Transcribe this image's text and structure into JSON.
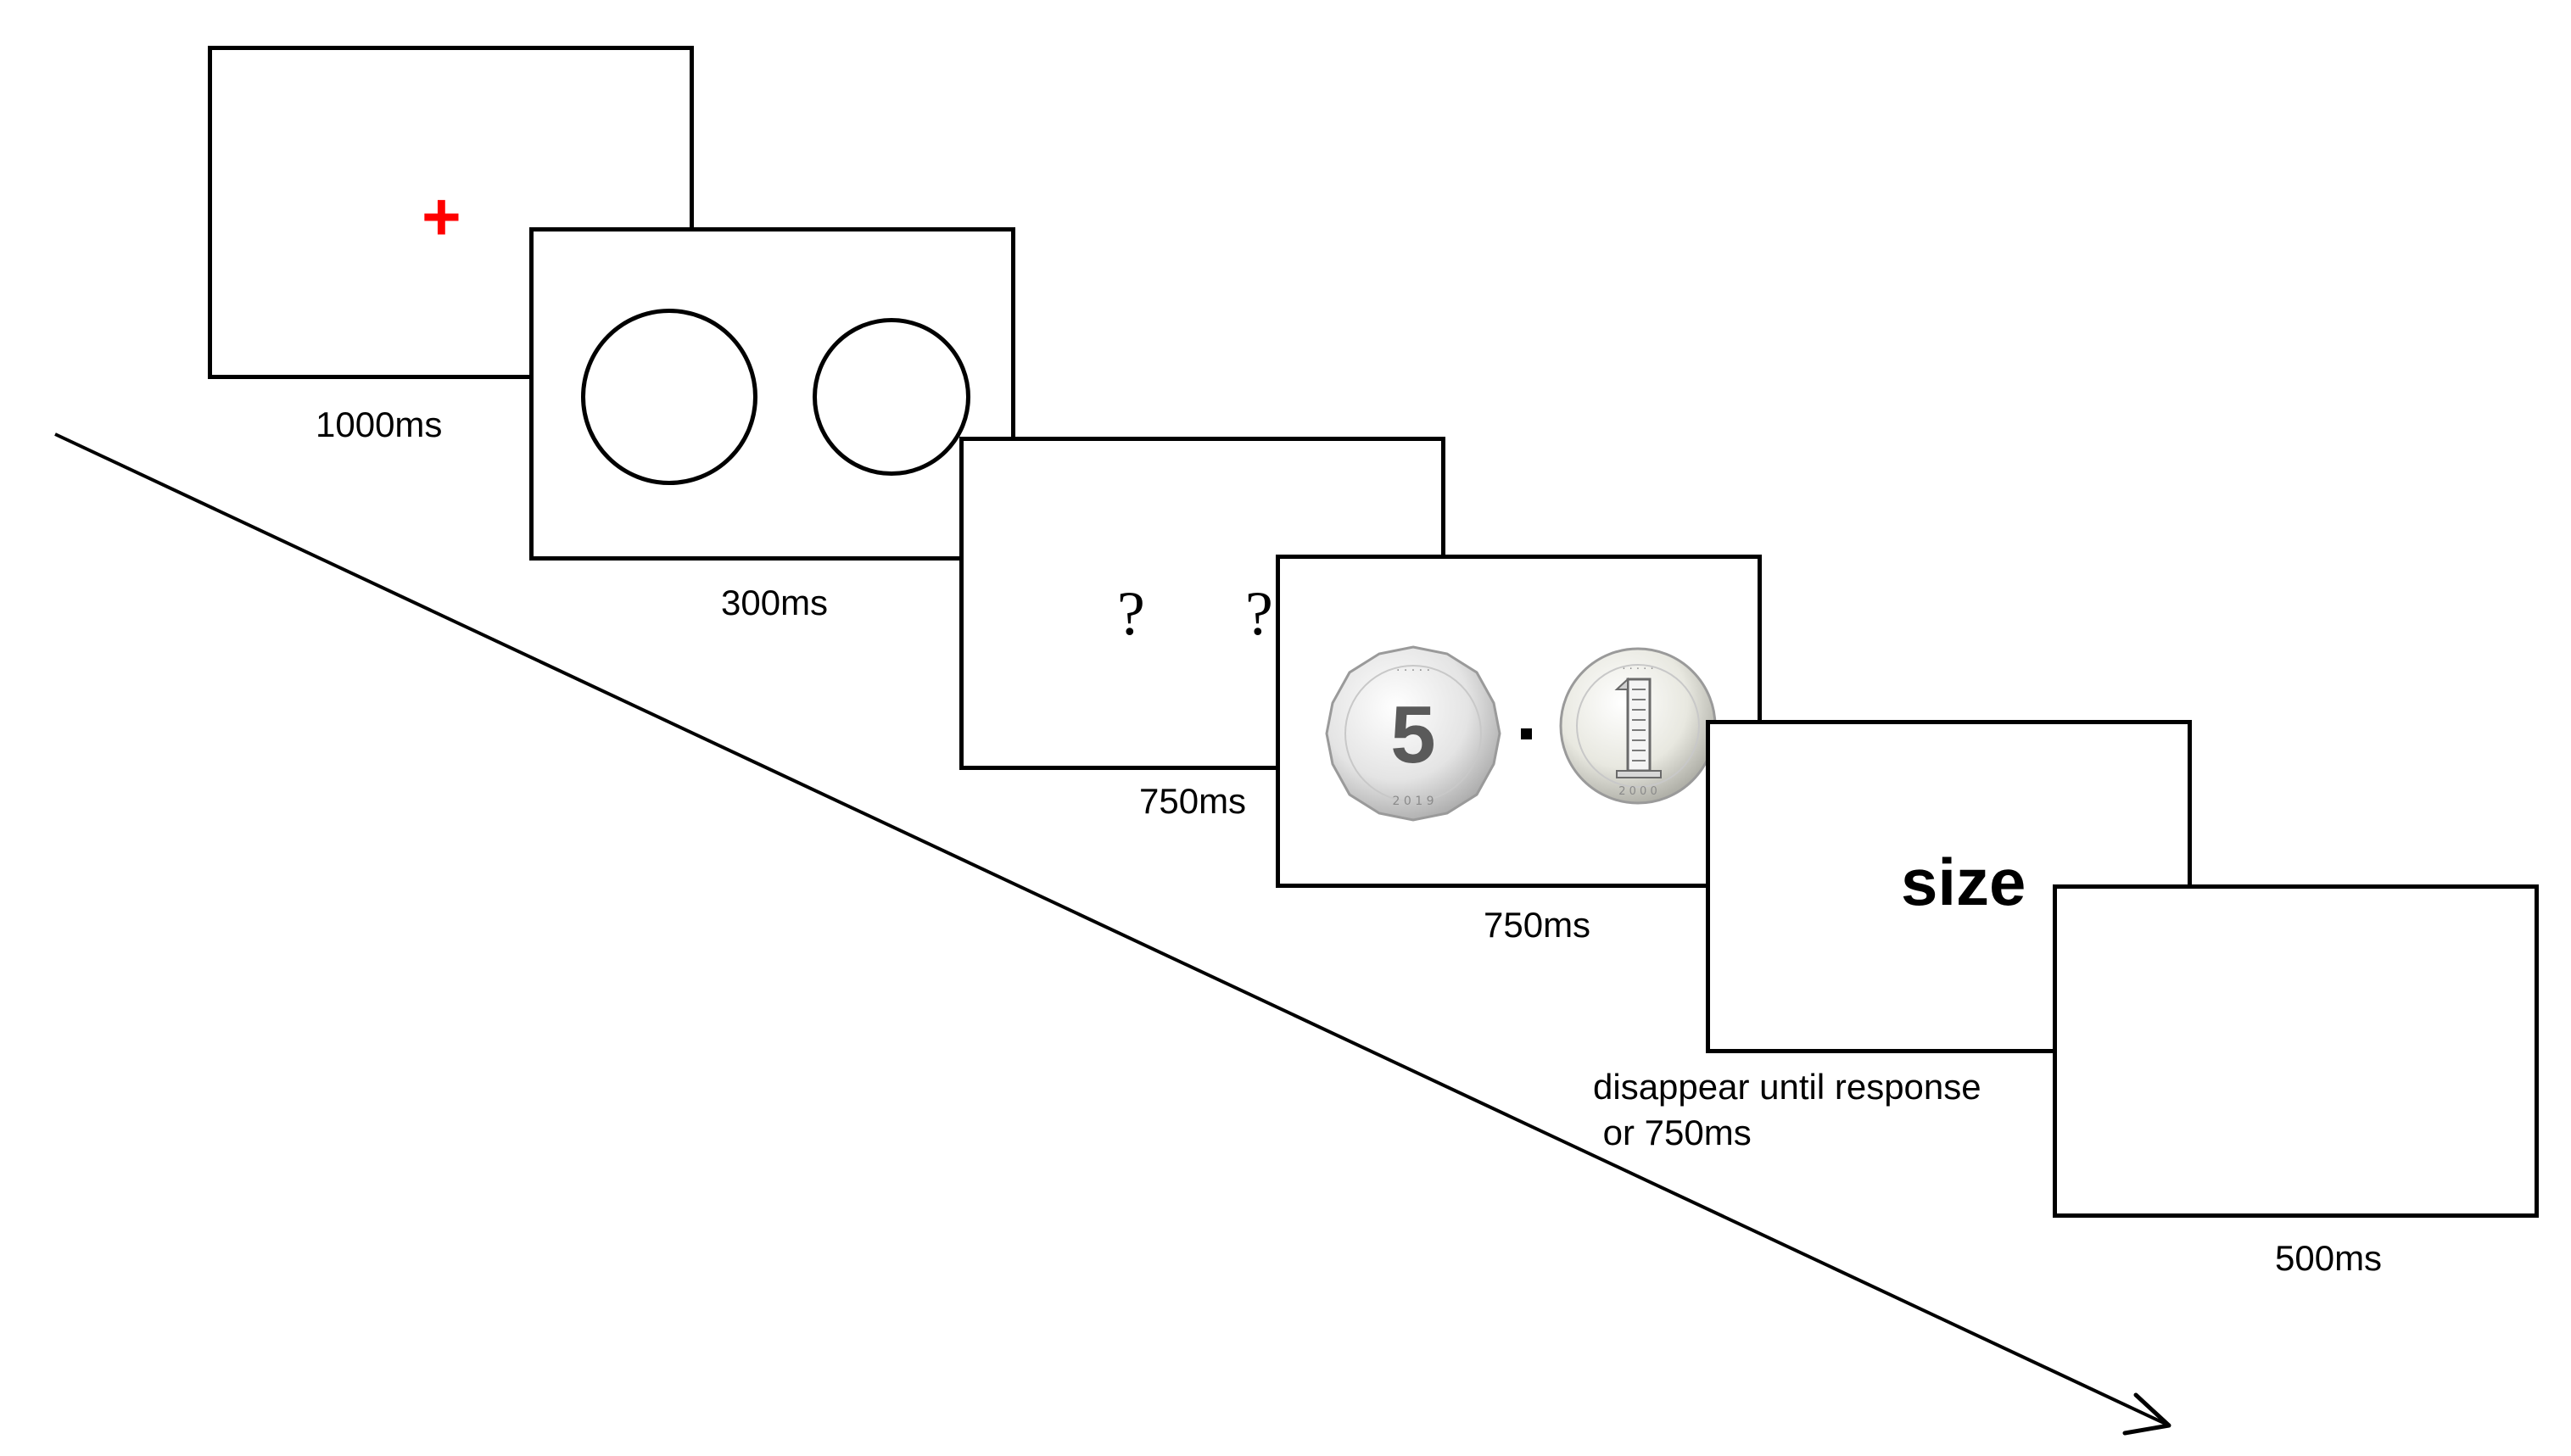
{
  "frames": [
    {
      "id": "fixation",
      "duration": "1000ms",
      "stimulus": {
        "symbol": "+",
        "color": "#ff0000"
      }
    },
    {
      "id": "circles",
      "duration": "300ms"
    },
    {
      "id": "question-marks",
      "duration": "750ms",
      "stimulus": {
        "left": "?",
        "right": "?"
      }
    },
    {
      "id": "coins",
      "duration": "750ms",
      "stimulus": {
        "left_coin": "5-jiao-coin",
        "right_coin": "1-yuan-coin"
      }
    },
    {
      "id": "cue",
      "duration_line1": "disappear until response",
      "duration_line2": " or 750ms",
      "stimulus": {
        "word": "size"
      }
    },
    {
      "id": "blank",
      "duration": "500ms"
    }
  ],
  "arrow": {
    "label": "time-arrow"
  }
}
